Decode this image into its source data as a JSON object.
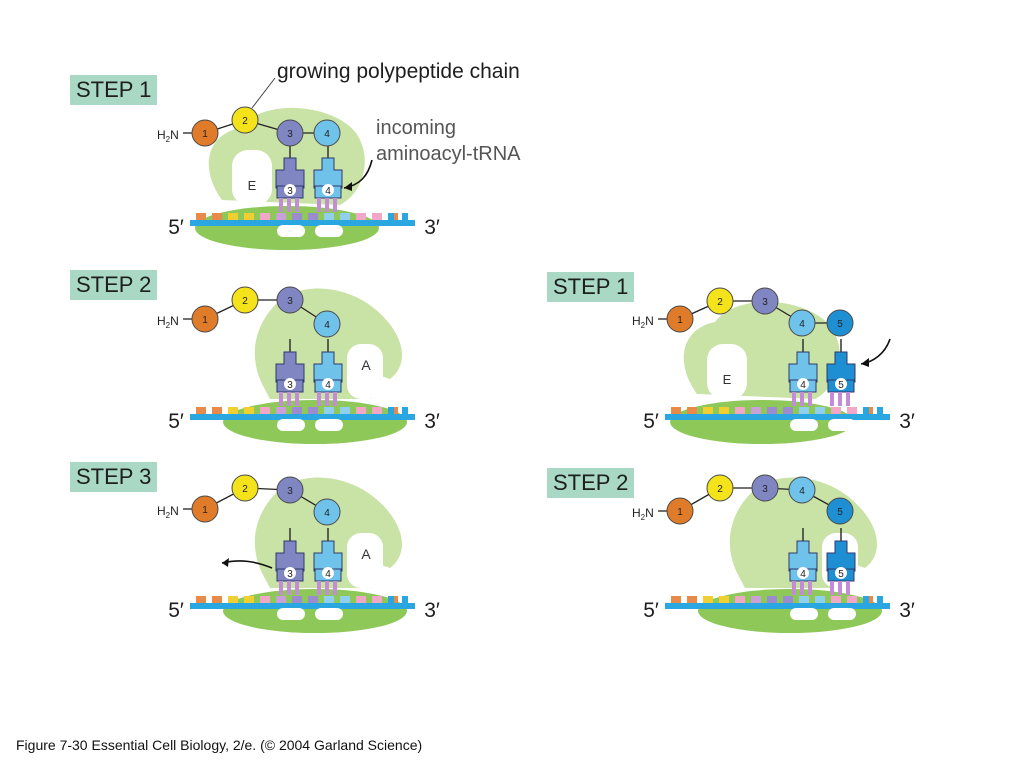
{
  "labels": {
    "growing_chain": "growing polypeptide chain",
    "incoming_line1": "incoming",
    "incoming_line2": "aminoacyl-tRNA",
    "five_prime": "5′",
    "three_prime": "3′",
    "n_terminus_base": "H",
    "n_terminus_sub": "2",
    "n_terminus_tail": "N",
    "site_e": "E",
    "site_a": "A"
  },
  "steps": [
    {
      "label": "STEP 1",
      "chain": [
        "1",
        "2"
      ],
      "trnas": [
        "3",
        "4"
      ],
      "site": "E"
    },
    {
      "label": "STEP 2",
      "chain": [
        "1",
        "2",
        "3"
      ],
      "trnas": [
        "3",
        "4"
      ],
      "site": "A"
    },
    {
      "label": "STEP 3",
      "chain": [
        "1",
        "2",
        "3"
      ],
      "trnas": [
        "3",
        "4"
      ],
      "site": "A"
    },
    {
      "label": "STEP 1",
      "chain": [
        "1",
        "2",
        "3"
      ],
      "trnas": [
        "4",
        "5"
      ],
      "site": "E"
    },
    {
      "label": "STEP 2",
      "chain": [
        "1",
        "2",
        "3",
        "4"
      ],
      "trnas": [
        "4",
        "5"
      ],
      "site": "A"
    }
  ],
  "colors": {
    "ribosome": "#c9e3a6",
    "ribosome_small": "#8dc858",
    "mrna": "#2aa7e0",
    "aa1": "#e07b2a",
    "aa2": "#f4e21a",
    "aa3": "#7f86c2",
    "aa4": "#6fc3ea",
    "aa5": "#1f8fd4",
    "label_bg": "#a9d8c4"
  },
  "caption": "Figure 7-30   Essential Cell Biology, 2/e. (© 2004 Garland Science)"
}
